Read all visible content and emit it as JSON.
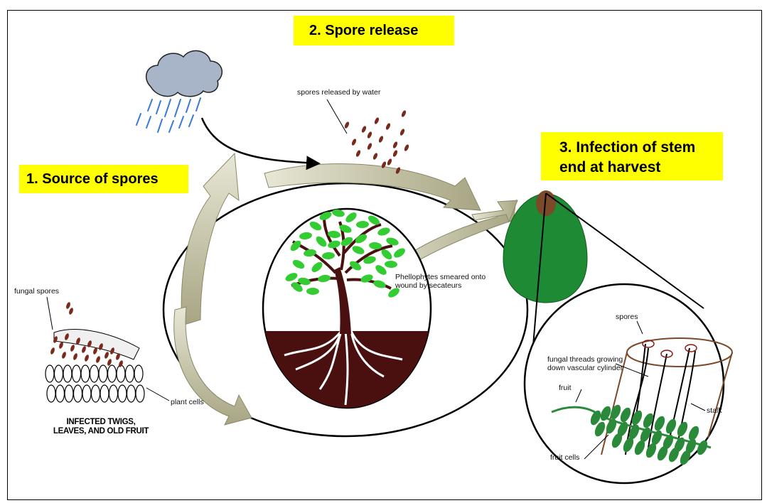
{
  "stages": {
    "source": "1. Source of spores",
    "release": "2. Spore release",
    "infection_line1": "3. Infection of stem",
    "infection_line2": "end at harvest"
  },
  "labels": {
    "spores_released": "spores released by water",
    "fungal_spores": "fungal spores",
    "plant_cells": "plant cells",
    "infected_line1": "INFECTED TWIGS,",
    "infected_line2": "LEAVES, AND OLD FRUIT",
    "phellophytes_line1": "Phellophytes smeared onto",
    "phellophytes_line2": "wound by secateurs",
    "spores": "spores",
    "fungal_threads_line1": "fungal threads growing",
    "fungal_threads_line2": "down vascular cylinder",
    "fruit": "fruit",
    "stalk": "stalk",
    "fruit_cells": "fruit cells"
  },
  "colors": {
    "highlight": "#ffff00",
    "leaf": "#33cc33",
    "trunk": "#4a1010",
    "soil": "#4a1010",
    "avocado": "#1e8a33",
    "stem": "#7a4a2a",
    "spore": "#7a2a1a",
    "arrow": "#c8c7a8",
    "rain": "#3a7ad8",
    "cloud": "#a8b4c8",
    "fruit_cell": "#2a8a3a"
  },
  "icons": [
    "rain-cloud-icon",
    "tree-icon",
    "avocado-icon"
  ]
}
